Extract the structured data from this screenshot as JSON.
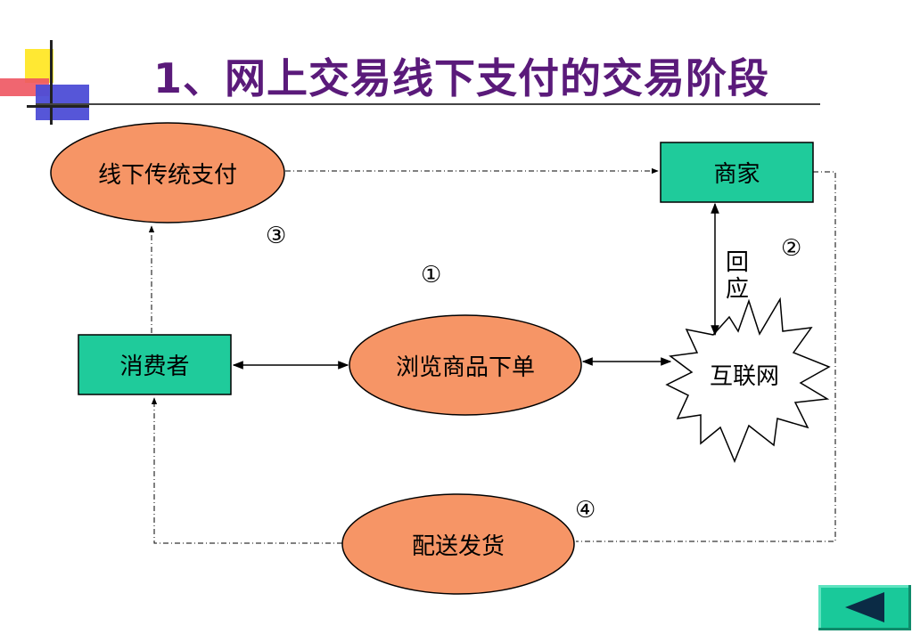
{
  "slide": {
    "title": "1、网上交易线下支付的交易阶段"
  },
  "nodes": {
    "offline_payment": "线下传统支付",
    "merchant": "商家",
    "consumer": "消费者",
    "browse_order": "浏览商品下单",
    "internet": "互联网",
    "delivery": "配送发货"
  },
  "labels": {
    "response": [
      "回",
      "应"
    ]
  },
  "steps": [
    "①",
    "②",
    "③",
    "④"
  ],
  "colors": {
    "ellipse_fill": "#f69566",
    "box_fill": "#1fcb9b",
    "title_color": "#5a1a7a",
    "button_fill": "#19c99a"
  },
  "icons": {
    "logo": "colored-squares-logo",
    "back": "back-triangle-icon"
  }
}
